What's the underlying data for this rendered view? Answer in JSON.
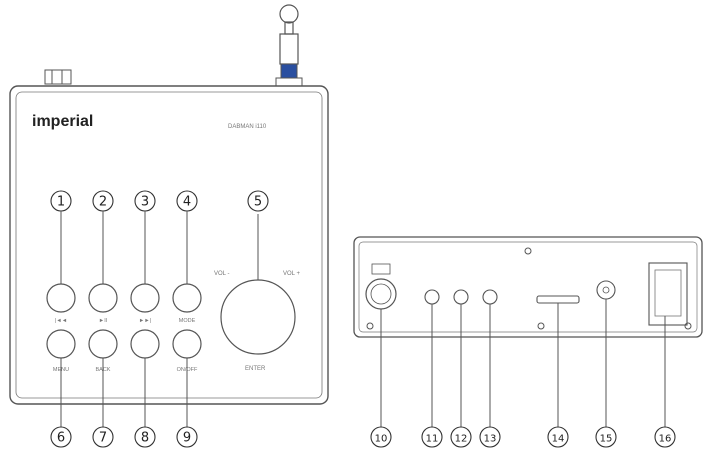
{
  "front": {
    "brand": "imperial",
    "model": "DABMAN i110",
    "vol_minus": "VOL -",
    "vol_plus": "VOL +",
    "enter": "ENTER",
    "top_labels": [
      "|◄◄",
      "►II",
      "►►|",
      "MODE"
    ],
    "bottom_labels": [
      "MENU",
      "BACK",
      "",
      "ON/OFF"
    ],
    "callouts_top": [
      "1",
      "2",
      "3",
      "4",
      "5"
    ],
    "callouts_bottom": [
      "6",
      "7",
      "8",
      "9"
    ]
  },
  "back": {
    "callouts": [
      "10",
      "11",
      "12",
      "13",
      "14",
      "15",
      "16"
    ]
  },
  "colors": {
    "line": "#555555",
    "accent_blue": "#2a4fa0"
  }
}
